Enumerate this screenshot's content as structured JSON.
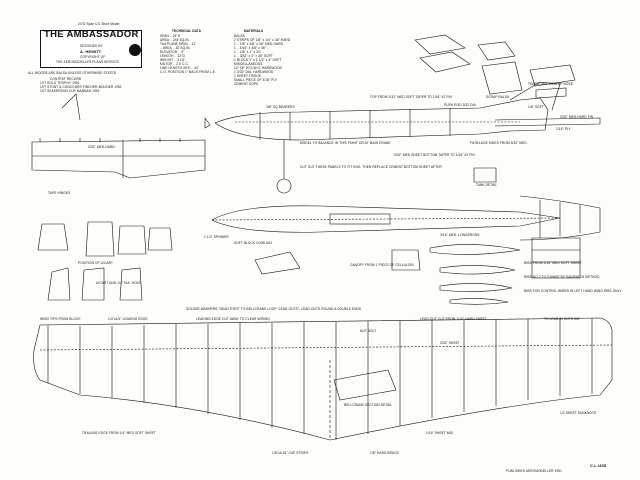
{
  "plan": {
    "top_caption": "24\"D Span C/L Stunt Model",
    "title": "THE AMBASSADOR",
    "designed_by": "DESIGNED BY",
    "designer": "A. HEWITT",
    "copyright": "COPYRIGHT OF",
    "service": "THE AEROMODELLER PLANS SERVICE",
    "all_woods": "ALL WOODS ARE BALSA UNLESS OTHERWISE STATED",
    "contest_record_head": "CONTEST RECORD",
    "contest_record": [
      "1ST  SOLO TROPHY 1951",
      "1ST  STUNT & CONCOURS  FINCHER-BOLINER 1951",
      "1ST  SEAKERSON CUP MANNAH 1951"
    ]
  },
  "technical_data": {
    "heading": "TECHNICAL DATA",
    "rows": [
      "SPAN   ..  24\"D",
      "AREA   ..  245  SQ.IN.",
      "TAILPLANE SPAN  ..  11\"",
      "   ..   AREA  ..  30 SQ.IN.",
      "ELEVATOR  ..  3\"",
      "LENGTH  ..  22\"D",
      "WEIGHT  ..  3 OZ",
      "MOTOR  ..  2.5 C.C.",
      "LINE LENGTH  35\"D  ..  40'",
      "C.G. POSITION  1\" BACK FROM L.E."
    ]
  },
  "materials": {
    "heading": "MATERIALS",
    "rows": [
      "BALSA",
      "2 STRIPS OF 1/8\" x 1/4\" x 36\" HARD",
      "1    ..    1/8\" x 3/8\" x 36\" MED-HARD",
      "1    ..    1/16\" x 3/8\" x 36\"  ..",
      "1    ..    1/8\" x 1\" x 24\"  ..",
      "1    ..    3/32\" x 3\" x 36\"  SOFT",
      "1 BLOCK  1\" x 1 1/2\" x 4\"  SOFT",
      "MISCELLANEOUS",
      "12\" OF  20 S.W.G. HARDWOOD",
      "1  3/32\" DIA. HARDWOOD",
      "1 SHEET  TISSUE",
      "SMALL PIECE OF  1/16\" PLY",
      "CEMENT  DOPE"
    ]
  },
  "labels": {
    "exploded": "TEARDOWN VIEW OF NOSE",
    "hard": "3/32\" MED-HARD FIN",
    "ply": "1/16\" PLY",
    "soft": "1/8\" SOFT",
    "top_tip": "TOP FROM 3/32\" MED SOFT TAPER TO 1/16\" AT FIN",
    "push_rod": "PUSH ROD 3/32 DIA",
    "scrap": "SCRAP BALSA",
    "fuselage_sides": "FUSELAGE SIDES FROM 3/32\" MED",
    "bottom": "3/32\" MED SHEET BOTTOM TAPER TO 1/16\" AT FIN",
    "tank_detail": "TANK DETAIL",
    "three_sixteenth": "3/16\" MED. LONGERONS",
    "spinner": "1 1/2\" SPINNER",
    "soft_block": "SOFT BLOCK COWLING",
    "bearers": "3/8\" SQ BEARERS",
    "model_bal": "MODEL TO BALANCE IN THIS POINT OR AT MAIN CRANK",
    "cutout": "CUT OUT THESE PANELS TO FIT ENG. THEN REPLACE CEMENT BOTTOM SHEET AFTER",
    "cheek": "CANOPY FROM 1 PIECE OF CELLULOID",
    "ribs_note": "RIBS FROM 1/16\" MED SOFT SHEET",
    "ribs_2": "RIBS NO.2 TO 5 MADE BY SANDWICH METHOD",
    "ribs_3": "RIBS FOR CONTROL WIRES IN LEFT HAND WING RIBS ONLY",
    "stab_area": "3/32\" MED-HARD",
    "tape_hinges": "TAPE HINGES",
    "position": "POSITION OF U/CART",
    "u_cart": "U/CART AND 1/4\" DIA. HOLE",
    "wing_tips": "WING TIPS FROM BLOCK",
    "leading": "1/4\"x1/4\" LEADING EDGE",
    "trailing": "TRAILING EDGE FROM 1/4\" MED SOFT SHEET",
    "cap_strips": "1/8\"x1/16\" CAP STRIPS",
    "hardbrace": "1/8\" HARD BRACE",
    "spar": "3/32\" SHEET",
    "lead_out": "LEAD-OUT CUT FROM 1/16\" HARD SHEET",
    "bellcrank": "BELLCRANK SECTION DETAIL",
    "control_wire": "LEADING EDGE CUT AWAY TO CLEAR WIRING",
    "nut_bolt": "NUT BOLT",
    "sheet_mid": "1/16\" SHEET MID",
    "tip_weight": "1/2 SHEET SUNKNOTE",
    "bolt_title": "SOLDER WASHERS \"DEAD EYES\" TO BELLCRANK LOOP \"LEAD-OUTS\", LEAD-OUTS ROUND A DOUBLE ENDS",
    "lines_3": "TO LEAD-IN OUTS 3/8\"",
    "published": "PUBLISHED  AEROMODELLER 1951",
    "plan_no": "C.L./455"
  }
}
